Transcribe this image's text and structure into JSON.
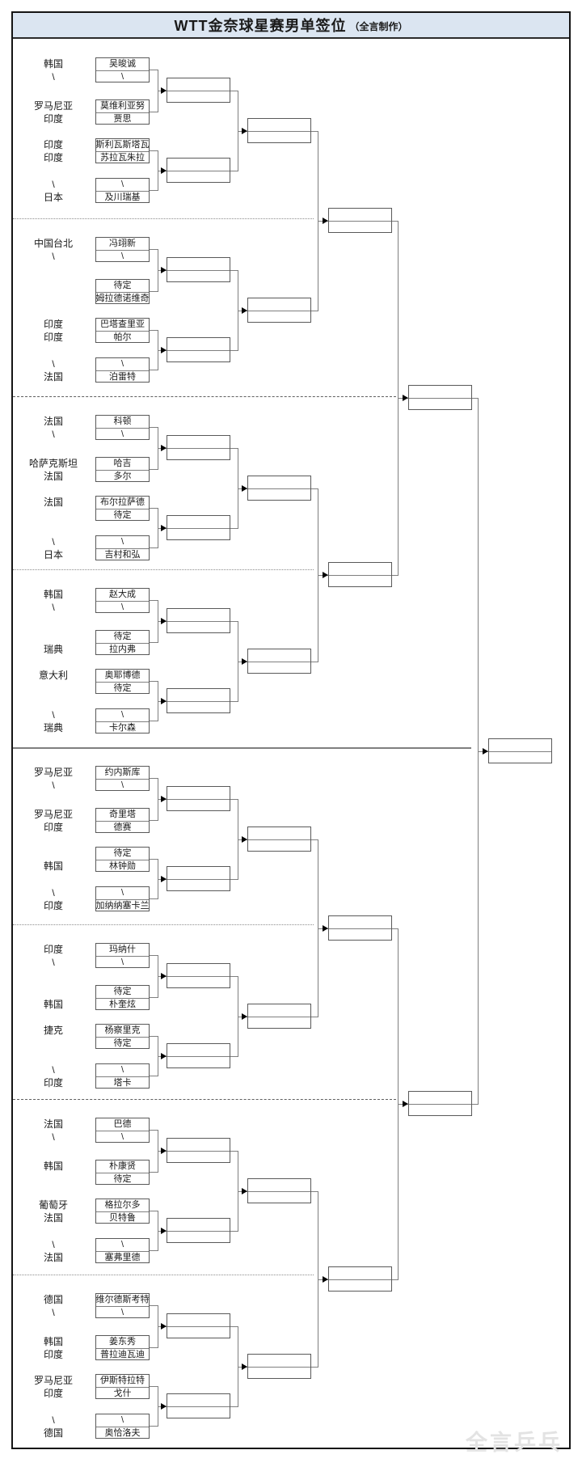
{
  "title": {
    "main": "WTT金奈球星赛男单签位",
    "credit": "（全言制作）"
  },
  "watermark": "全言乒乓",
  "colors": {
    "title_bg": "#dbe5f1",
    "connector_line": "#7f7f7f",
    "box_border": "#595959",
    "arrow": "#000000",
    "watermark": "#e3e3e3"
  },
  "bracket": {
    "round_names": [
      "round2-box",
      "round3-box",
      "quarterfinal-box",
      "semifinal-box",
      "final-box"
    ],
    "dividers": [
      "dotted",
      "dashdot",
      "dotted",
      "solid",
      "dotted",
      "dashdot",
      "dotted"
    ],
    "sections": [
      {
        "pairs": [
          {
            "countries": [
              "韩国",
              "\\"
            ],
            "players": [
              "吴晙诚",
              "\\"
            ]
          },
          {
            "countries": [
              "罗马尼亚",
              "印度"
            ],
            "players": [
              "莫维利亚努",
              "贾思"
            ]
          },
          {
            "countries": [
              "印度",
              "印度"
            ],
            "players": [
              "斯利瓦斯塔瓦",
              "苏拉瓦朱拉"
            ]
          },
          {
            "countries": [
              "\\",
              "日本"
            ],
            "players": [
              "\\",
              "及川瑞基"
            ]
          }
        ]
      },
      {
        "pairs": [
          {
            "countries": [
              "中国台北",
              "\\"
            ],
            "players": [
              "冯翊新",
              "\\"
            ]
          },
          {
            "countries": [
              "",
              ""
            ],
            "players": [
              "待定",
              "姆拉德诺维奇"
            ]
          },
          {
            "countries": [
              "印度",
              "印度"
            ],
            "players": [
              "巴塔查里亚",
              "帕尔"
            ]
          },
          {
            "countries": [
              "\\",
              "法国"
            ],
            "players": [
              "\\",
              "泊雷特"
            ]
          }
        ]
      },
      {
        "pairs": [
          {
            "countries": [
              "法国",
              "\\"
            ],
            "players": [
              "科顿",
              "\\"
            ]
          },
          {
            "countries": [
              "哈萨克斯坦",
              "法国"
            ],
            "players": [
              "哈吉",
              "多尔"
            ]
          },
          {
            "countries": [
              "法国",
              ""
            ],
            "players": [
              "布尔拉萨德",
              "待定"
            ]
          },
          {
            "countries": [
              "\\",
              "日本"
            ],
            "players": [
              "\\",
              "吉村和弘"
            ]
          }
        ]
      },
      {
        "pairs": [
          {
            "countries": [
              "韩国",
              "\\"
            ],
            "players": [
              "赵大成",
              "\\"
            ]
          },
          {
            "countries": [
              "",
              "瑞典"
            ],
            "players": [
              "待定",
              "拉内弗"
            ]
          },
          {
            "countries": [
              "意大利",
              ""
            ],
            "players": [
              "奥耶博德",
              "待定"
            ]
          },
          {
            "countries": [
              "\\",
              "瑞典"
            ],
            "players": [
              "\\",
              "卡尔森"
            ]
          }
        ]
      },
      {
        "pairs": [
          {
            "countries": [
              "罗马尼亚",
              "\\"
            ],
            "players": [
              "约内斯库",
              "\\"
            ]
          },
          {
            "countries": [
              "罗马尼亚",
              "印度"
            ],
            "players": [
              "奇里塔",
              "德赛"
            ]
          },
          {
            "countries": [
              "",
              "韩国"
            ],
            "players": [
              "待定",
              "林钟勋"
            ]
          },
          {
            "countries": [
              "\\",
              "印度"
            ],
            "players": [
              "\\",
              "加纳纳塞卡兰"
            ]
          }
        ]
      },
      {
        "pairs": [
          {
            "countries": [
              "印度",
              "\\"
            ],
            "players": [
              "玛纳什",
              "\\"
            ]
          },
          {
            "countries": [
              "",
              "韩国"
            ],
            "players": [
              "待定",
              "朴奎炫"
            ]
          },
          {
            "countries": [
              "捷克",
              ""
            ],
            "players": [
              "杨察里克",
              "待定"
            ]
          },
          {
            "countries": [
              "\\",
              "印度"
            ],
            "players": [
              "\\",
              "塔卡"
            ]
          }
        ]
      },
      {
        "pairs": [
          {
            "countries": [
              "法国",
              "\\"
            ],
            "players": [
              "巴德",
              "\\"
            ]
          },
          {
            "countries": [
              "韩国",
              ""
            ],
            "players": [
              "朴康贤",
              "待定"
            ]
          },
          {
            "countries": [
              "葡萄牙",
              "法国"
            ],
            "players": [
              "格拉尔多",
              "贝特鲁"
            ]
          },
          {
            "countries": [
              "\\",
              "法国"
            ],
            "players": [
              "\\",
              "塞弗里德"
            ]
          }
        ]
      },
      {
        "pairs": [
          {
            "countries": [
              "德国",
              "\\"
            ],
            "players": [
              "维尔德斯考特",
              "\\"
            ]
          },
          {
            "countries": [
              "韩国",
              "印度"
            ],
            "players": [
              "姜东秀",
              "普拉迪瓦迪"
            ]
          },
          {
            "countries": [
              "罗马尼亚",
              "印度"
            ],
            "players": [
              "伊斯特拉特",
              "戈什"
            ]
          },
          {
            "countries": [
              "\\",
              "德国"
            ],
            "players": [
              "\\",
              "奥恰洛夫"
            ]
          }
        ]
      }
    ]
  }
}
